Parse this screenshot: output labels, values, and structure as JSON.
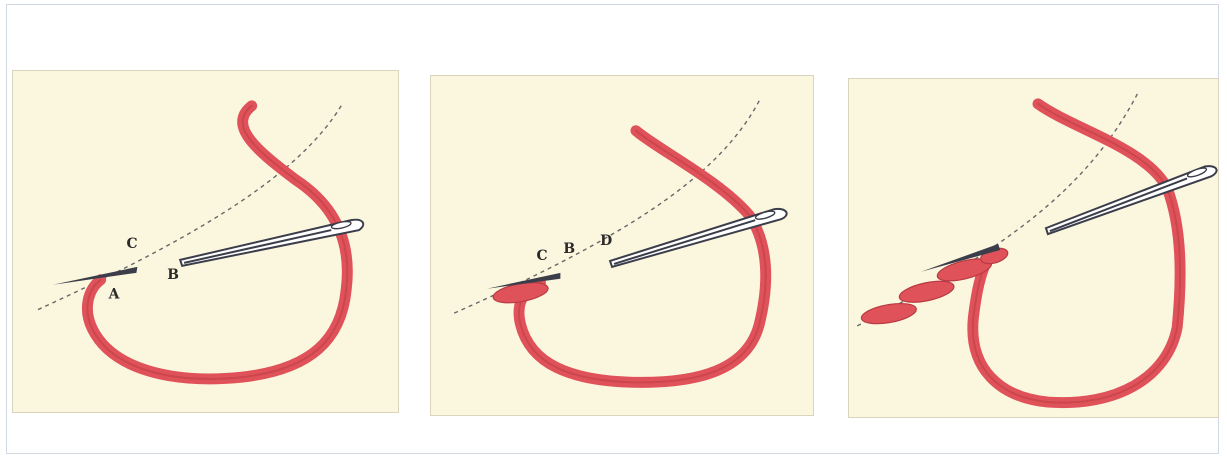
{
  "panels": [
    {
      "labels": {
        "c": "C",
        "b": "B",
        "a": "A"
      }
    },
    {
      "labels": {
        "c": "C",
        "b": "B",
        "d": "D"
      }
    },
    {
      "labels": {}
    }
  ],
  "colors": {
    "fabric": "#fbf7df",
    "thread": "#e0525a",
    "thread_dark": "#b83a42",
    "needle": "#3b3d4a",
    "guide_line": "#666666"
  }
}
